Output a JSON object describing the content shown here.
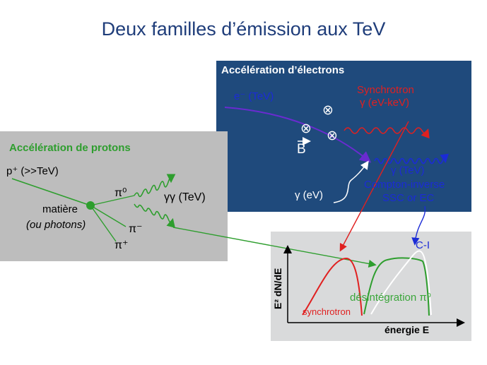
{
  "title": "Deux familles d’émission aux TeV",
  "electron_panel": {
    "title": "Accélération d’électrons",
    "electron_label": "e⁻ (TeV)",
    "synchrotron_label": "Synchrotron",
    "synchrotron_energy": "γ (eV-keV)",
    "b_field_label": "B",
    "seed_photon_label": "γ (eV)",
    "ic_energy": "γ (TeV)",
    "ic_label": "Compton-inverse",
    "ic_sublabel": "SSC or EC",
    "field_symbol": "⊗"
  },
  "proton_panel": {
    "title": "Accélération de protons",
    "proton_label": "p⁺ (>>TeV)",
    "target_label": "matière",
    "target_sublabel": "(ou photons)",
    "pi0_label": "π⁰",
    "pim_label": "π⁻",
    "pip_label": "π⁺",
    "gamma_label": "γγ (TeV)"
  },
  "plot": {
    "ylabel": "E² dN/dE",
    "xlabel": "énergie E",
    "ci_label": "C-I",
    "decay_label": "désintégration π⁰",
    "sync_label": "synchrotron"
  },
  "colors": {
    "electron_panel_bg": "#1f4a7c",
    "proton_panel_bg": "#bdbdbd",
    "plot_bg": "#d9dadb",
    "electron": "#6a2bd0",
    "synchrotron": "#e02020",
    "inverse_compton": "#1b2bd6",
    "proton_process": "#2e9e2e"
  }
}
